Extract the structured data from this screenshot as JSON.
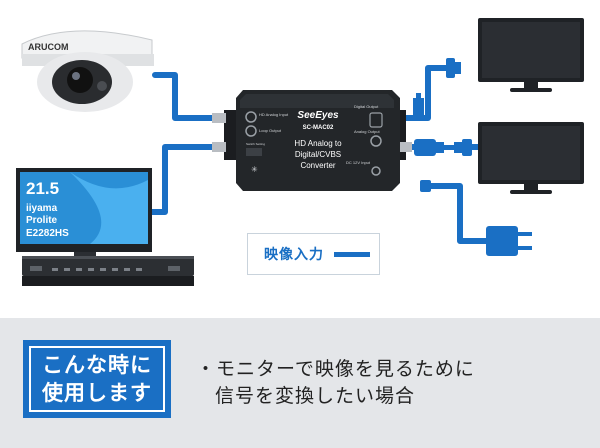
{
  "camera": {
    "brand": "ARUCOM"
  },
  "converter": {
    "brand": "SeeEyes",
    "model": "SC-MAC02",
    "title_lines": [
      "HD Analog to",
      "Digital/CVBS",
      "Converter"
    ],
    "port_hd_analog_input": "HD Analog Input",
    "port_loop_output": "Loop Output",
    "port_digital_output": "Digital Output",
    "port_analog_output": "Analog Output",
    "port_dc_input": "DC 12V Input",
    "switch_setting": "Switch Setting"
  },
  "monitor_left": {
    "size": "21.5",
    "brand": "iiyama",
    "line": "Prolite",
    "model": "E2282HS"
  },
  "legend": {
    "label": "映像入力",
    "color": "#1a6fc4"
  },
  "usage": {
    "title_lines": [
      "こんな時に",
      "使用します"
    ],
    "description_lines": [
      "モニターで映像を見るために",
      "信号を変換したい場合"
    ]
  },
  "colors": {
    "accent": "#1a6fc4",
    "band": "#e4e6e9",
    "device_body": "#232629"
  }
}
